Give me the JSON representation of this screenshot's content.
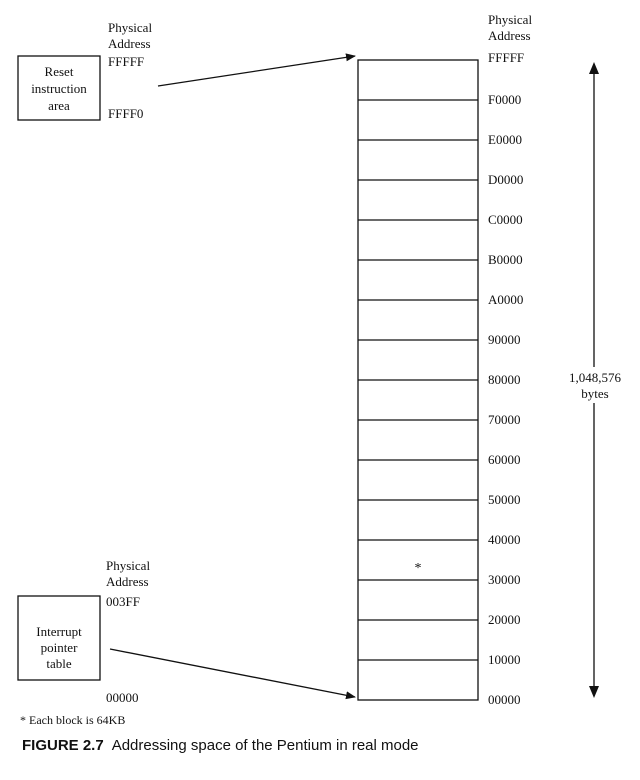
{
  "figure": {
    "label": "FIGURE 2.7",
    "title": "Addressing space of the Pentium in real mode",
    "footnote": "* Each block is 64KB"
  },
  "memory_map": {
    "header": [
      "Physical",
      "Address"
    ],
    "addresses": [
      "FFFFF",
      "F0000",
      "E0000",
      "D0000",
      "C0000",
      "B0000",
      "A0000",
      "90000",
      "80000",
      "70000",
      "60000",
      "50000",
      "40000",
      "30000",
      "20000",
      "10000",
      "00000"
    ],
    "block_count": 16,
    "marker": "*",
    "size_label": [
      "1,048,576",
      "bytes"
    ]
  },
  "reset_area": {
    "box_lines": [
      "Reset",
      "instruction",
      "area"
    ],
    "header": [
      "Physical",
      "Address"
    ],
    "top_address": "FFFFF",
    "bottom_address": "FFFF0"
  },
  "interrupt_table": {
    "box_lines": [
      "Interrupt",
      "pointer",
      "table"
    ],
    "header": [
      "Physical",
      "Address"
    ],
    "top_address": "003FF",
    "bottom_address": "00000"
  }
}
